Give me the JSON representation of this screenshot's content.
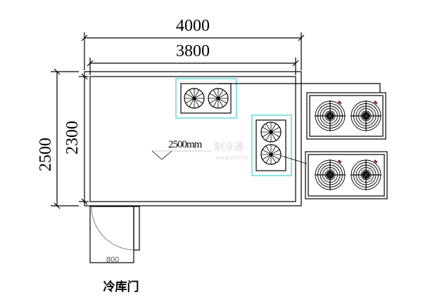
{
  "dimensions": {
    "outer_width": "4000",
    "inner_width": "3800",
    "outer_depth": "2500",
    "inner_depth": "2300",
    "height_label": "2500mm",
    "door_width": "800"
  },
  "labels": {
    "door": "冷库门",
    "watermark": "制冷通",
    "watermark_url": "www.zlt.net"
  },
  "colors": {
    "line": "#000000",
    "evaporator_outline": "#40d0d8",
    "door_arc": "#666666"
  }
}
